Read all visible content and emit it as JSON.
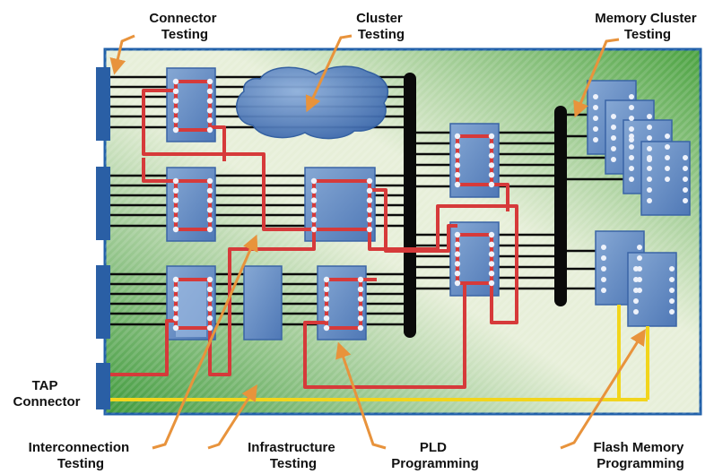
{
  "labels": {
    "connector_testing": [
      "Connector",
      "Testing"
    ],
    "cluster_testing": [
      "Cluster",
      "Testing"
    ],
    "memory_cluster_testing": [
      "Memory Cluster",
      "Testing"
    ],
    "tap_connector": [
      "TAP",
      "Connector"
    ],
    "interconnection_testing": [
      "Interconnection",
      "Testing"
    ],
    "infrastructure_testing": [
      "Infrastructure",
      "Testing"
    ],
    "pld_programming": [
      "PLD",
      "Programming"
    ],
    "flash_memory_programming": [
      "Flash Memory",
      "Programming"
    ]
  },
  "colors": {
    "board_light": "#e9f0dc",
    "board_dark": "#3f9a3c",
    "board_border": "#1f5fa8",
    "chip_fill": "#6f95c6",
    "chip_border": "#3a64a6",
    "bus_line": "#0a0a0a",
    "jtag_line": "#d63a3a",
    "tap_line": "#f2d51c",
    "pin": "#eef2fb",
    "arrow": "#e8933c",
    "connector": "#2a5fa5"
  }
}
